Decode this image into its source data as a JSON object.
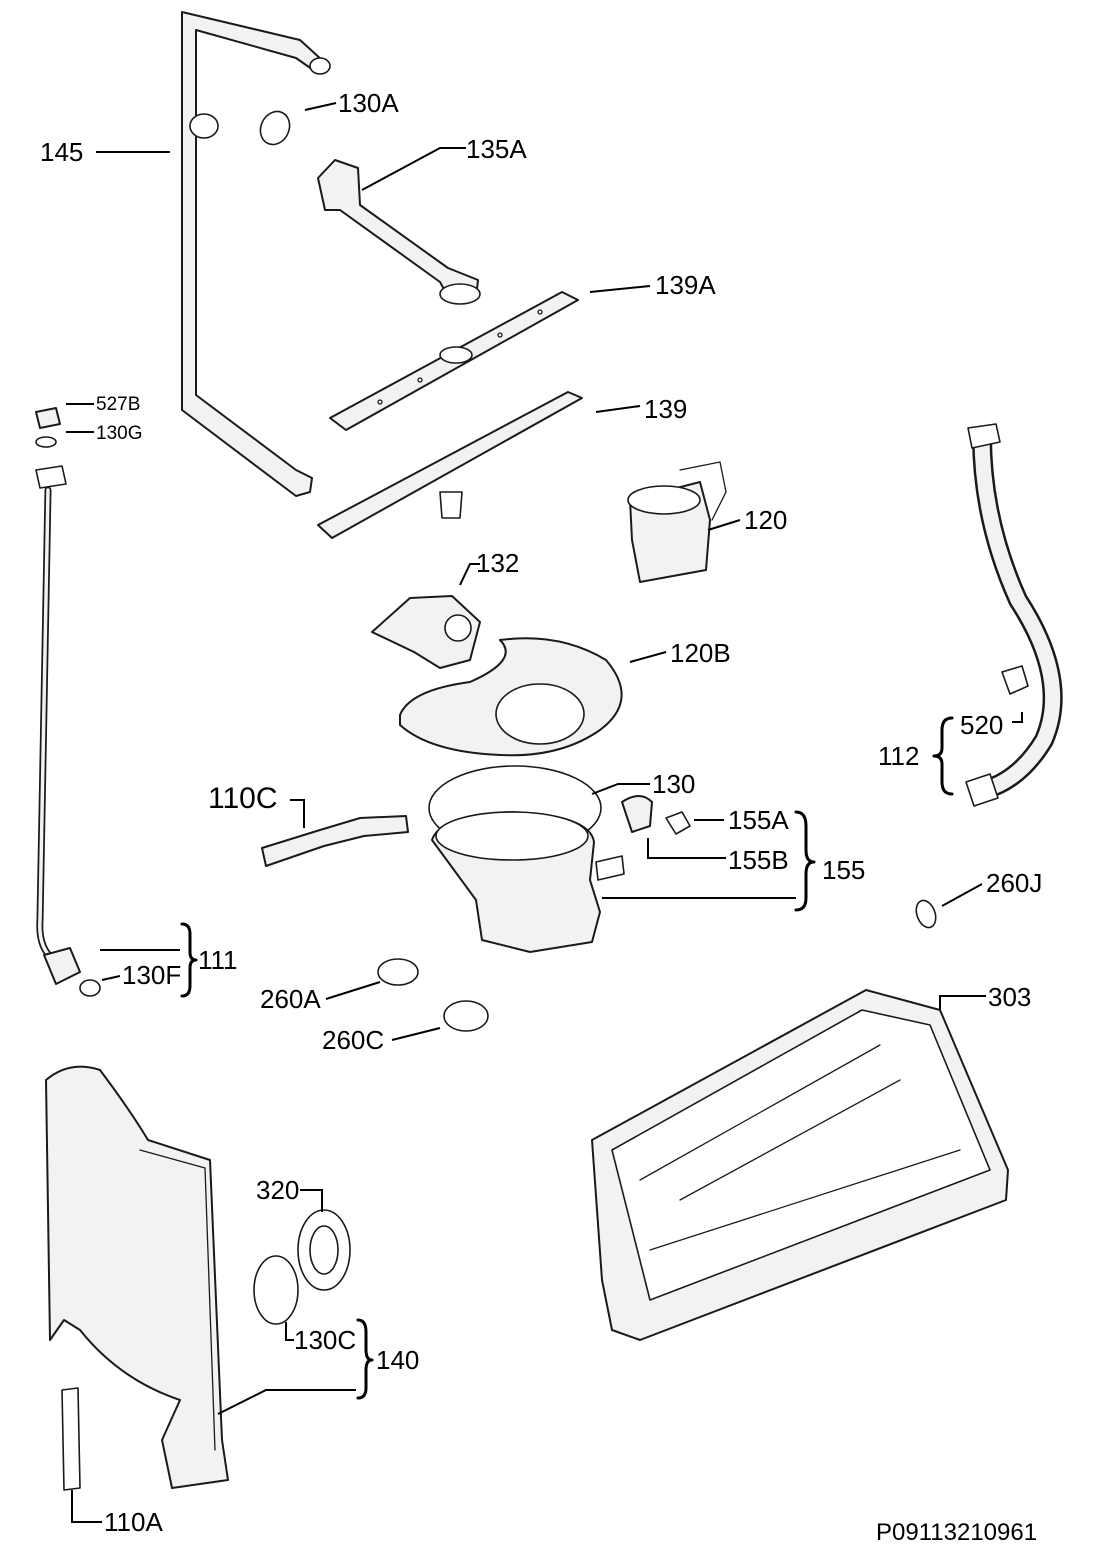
{
  "labels": {
    "p145": "145",
    "p130A": "130A",
    "p135A": "135A",
    "p139A": "139A",
    "p139": "139",
    "p527B": "527B",
    "p130G": "130G",
    "p120": "120",
    "p132": "132",
    "p120B": "120B",
    "p110C": "110C",
    "p130": "130",
    "p155A": "155A",
    "p155B": "155B",
    "p155": "155",
    "p520": "520",
    "p112": "112",
    "p260J": "260J",
    "p111": "111",
    "p130F": "130F",
    "p260A": "260A",
    "p260C": "260C",
    "p303": "303",
    "p320": "320",
    "p130C": "130C",
    "p140": "140",
    "p110A": "110A"
  },
  "drawing_code": "P09113210961"
}
